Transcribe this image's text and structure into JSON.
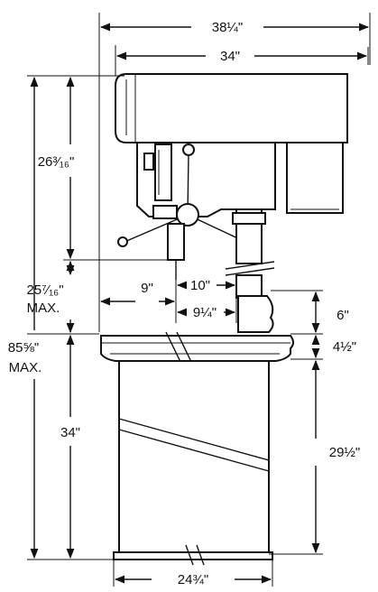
{
  "dimensions": {
    "overall_width": "38¼\"",
    "head_width": "34\"",
    "head_height": "26³⁄₁₆\"",
    "spindle_to_table": "25⁷⁄₁₆\"",
    "spindle_to_table_note": "MAX.",
    "overall_height": "85⅝\"",
    "overall_height_note": "MAX.",
    "base_column_height": "34\"",
    "table_reach": "9\"",
    "table_offset_top": "10\"",
    "table_offset_bottom": "9¼\"",
    "quill_travel": "6\"",
    "table_thickness": "4½\"",
    "column_height": "29½\"",
    "base_width": "24¾\""
  }
}
